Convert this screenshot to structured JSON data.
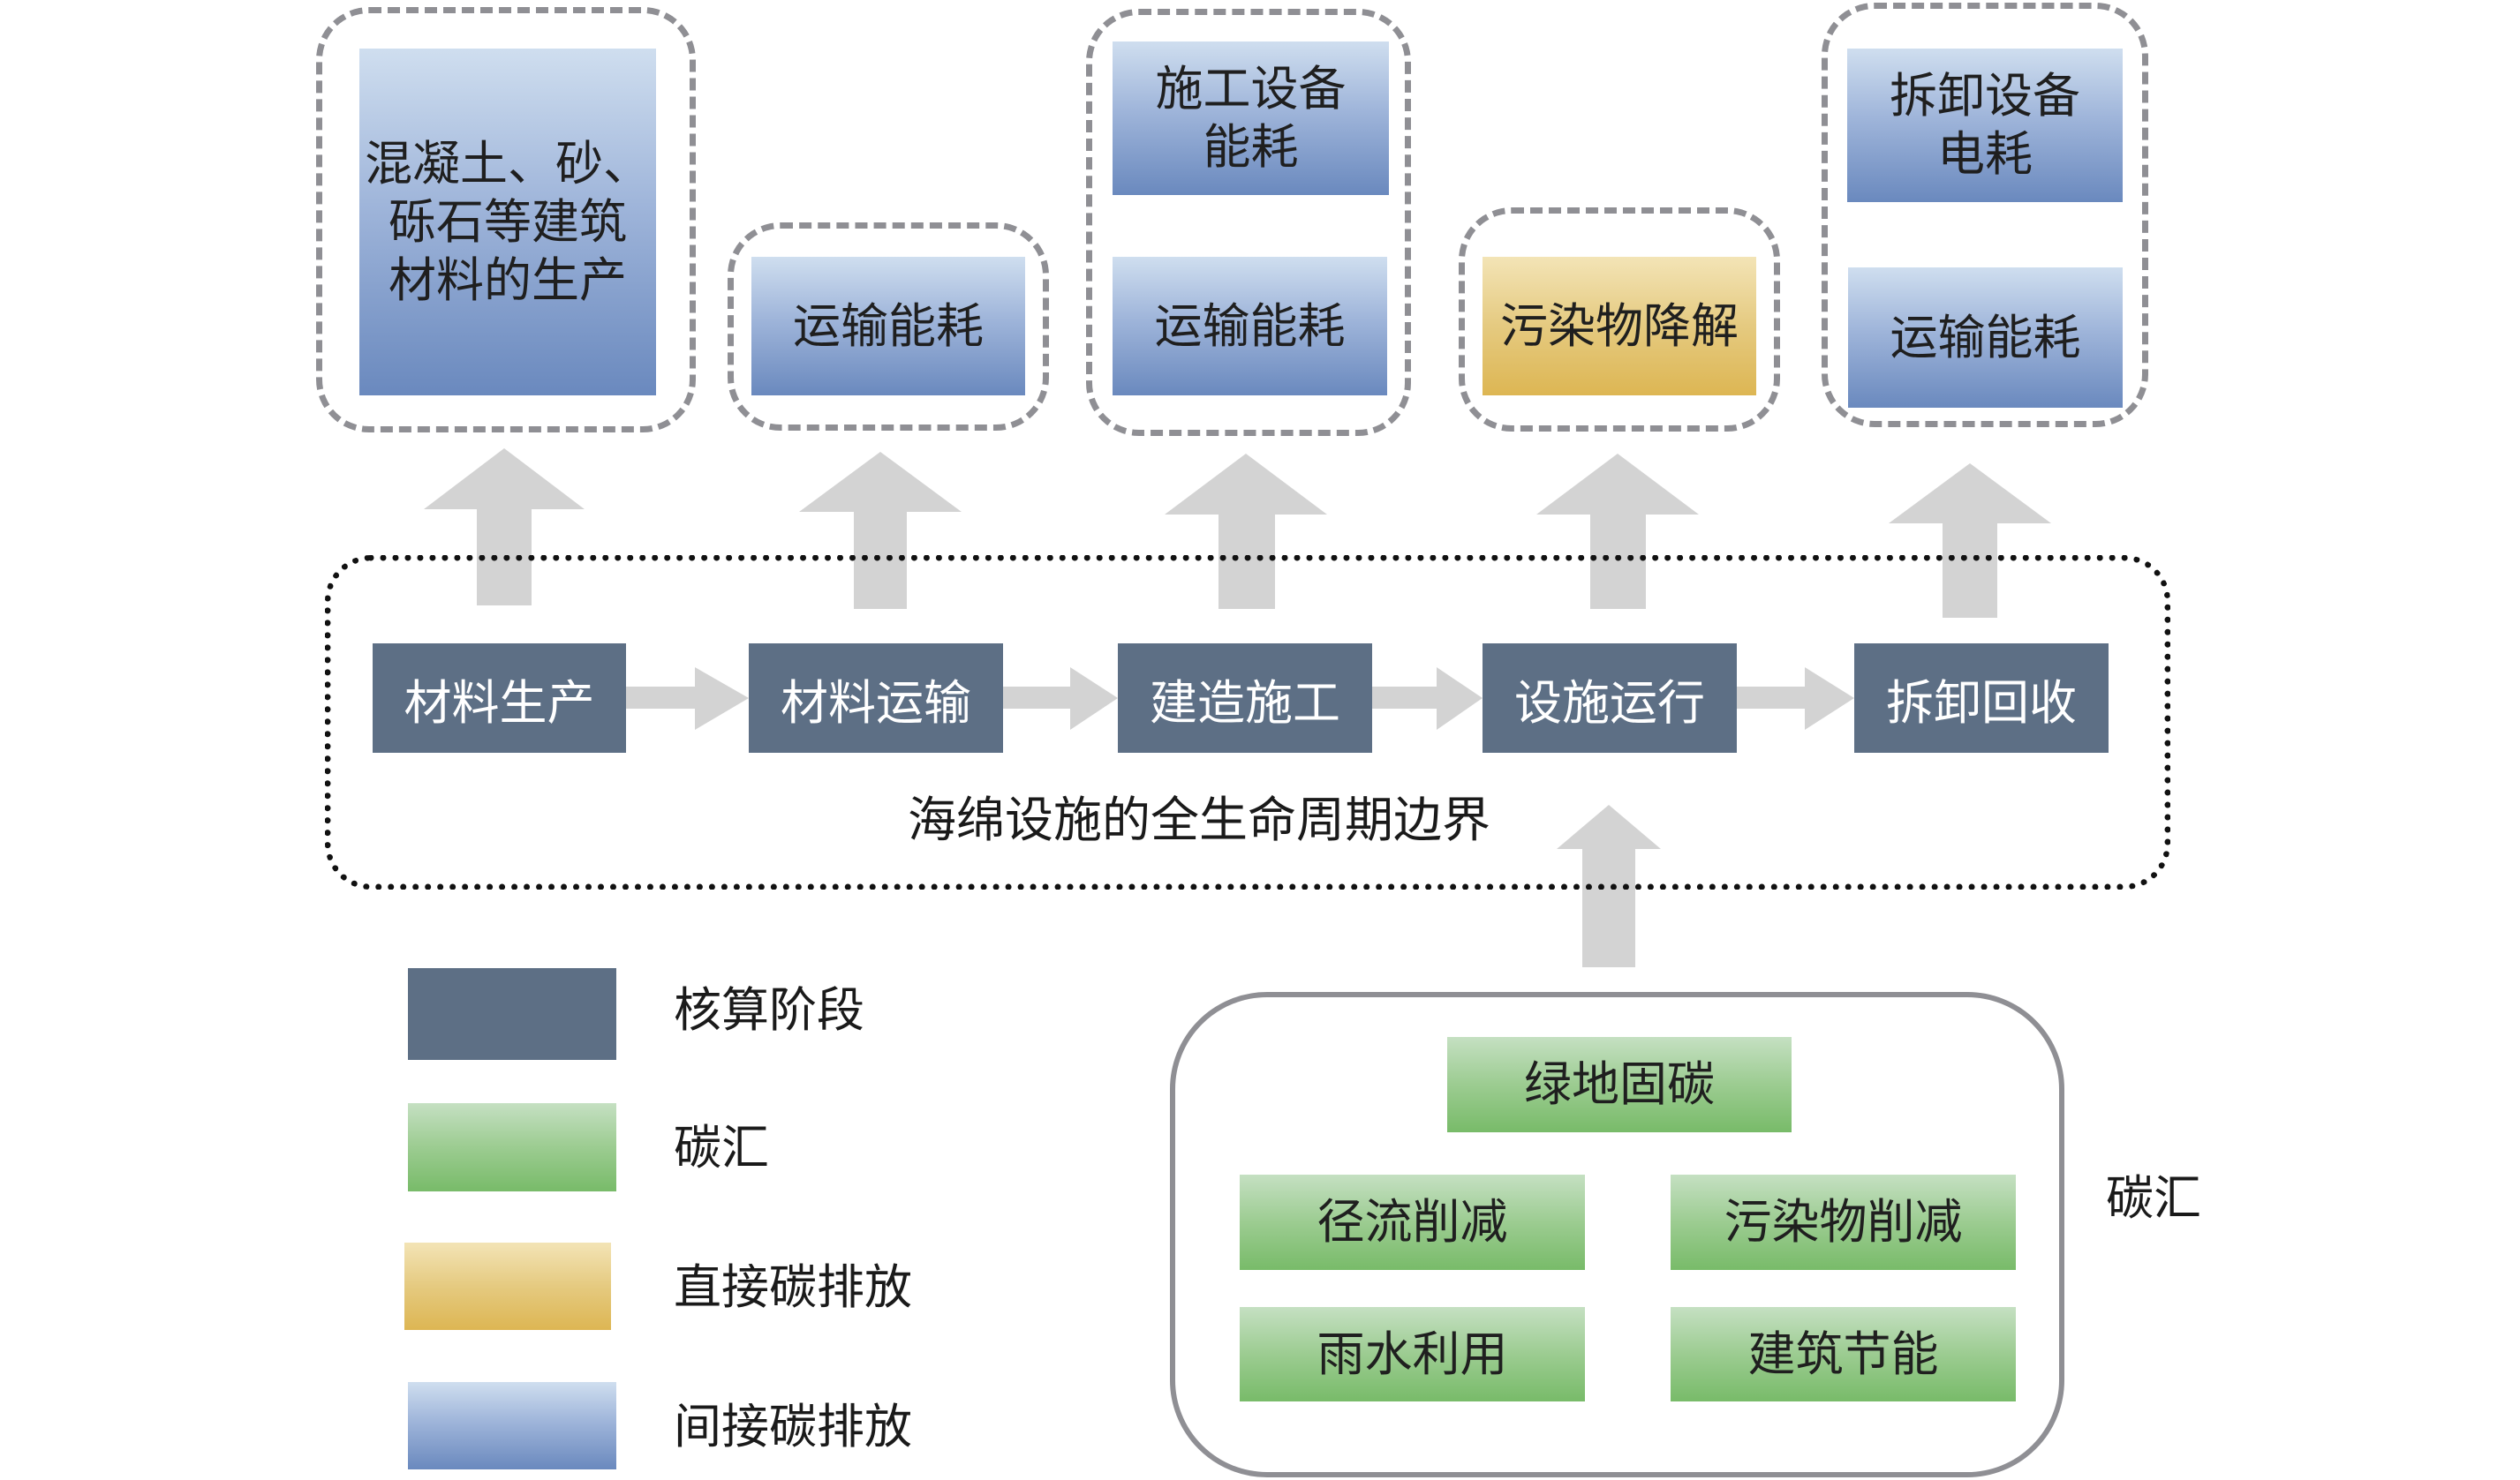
{
  "emission_groups": [
    {
      "items": [
        {
          "label": "混凝土、砂、砾石等建筑材料的生产",
          "lines": [
            "混凝土、砂、",
            "砾石等建筑",
            "材料的生产"
          ],
          "type": "indirect"
        }
      ]
    },
    {
      "items": [
        {
          "label": "运输能耗",
          "type": "indirect"
        }
      ]
    },
    {
      "items": [
        {
          "label": "施工设备能耗",
          "lines": [
            "施工设备",
            "能耗"
          ],
          "type": "indirect"
        },
        {
          "label": "运输能耗",
          "type": "indirect"
        }
      ]
    },
    {
      "items": [
        {
          "label": "污染物降解",
          "type": "direct"
        }
      ]
    },
    {
      "items": [
        {
          "label": "拆卸设备电耗",
          "lines": [
            "拆卸设备",
            "电耗"
          ],
          "type": "indirect"
        },
        {
          "label": "运输能耗",
          "type": "indirect"
        }
      ]
    }
  ],
  "stages": [
    {
      "label": "材料生产"
    },
    {
      "label": "材料运输"
    },
    {
      "label": "建造施工"
    },
    {
      "label": "设施运行"
    },
    {
      "label": "拆卸回收"
    }
  ],
  "boundary_label": "海绵设施的全生命周期边界",
  "carbon_sink": {
    "side_label": "碳汇",
    "items": [
      {
        "label": "绿地固碳"
      },
      {
        "label": "径流削减"
      },
      {
        "label": "污染物削减"
      },
      {
        "label": "雨水利用"
      },
      {
        "label": "建筑节能"
      }
    ]
  },
  "legend": [
    {
      "label": "核算阶段",
      "color": "#5d6f85"
    },
    {
      "label": "碳汇",
      "color": "#79bd6b"
    },
    {
      "label": "直接碳排放",
      "color": "#ddb755"
    },
    {
      "label": "间接碳排放",
      "color": "#6a89be"
    }
  ],
  "colors": {
    "stage": "#5d6f85",
    "arrow": "#d3d3d3",
    "dash_border": "#8f8f94",
    "boundary_dots": "#111111"
  }
}
